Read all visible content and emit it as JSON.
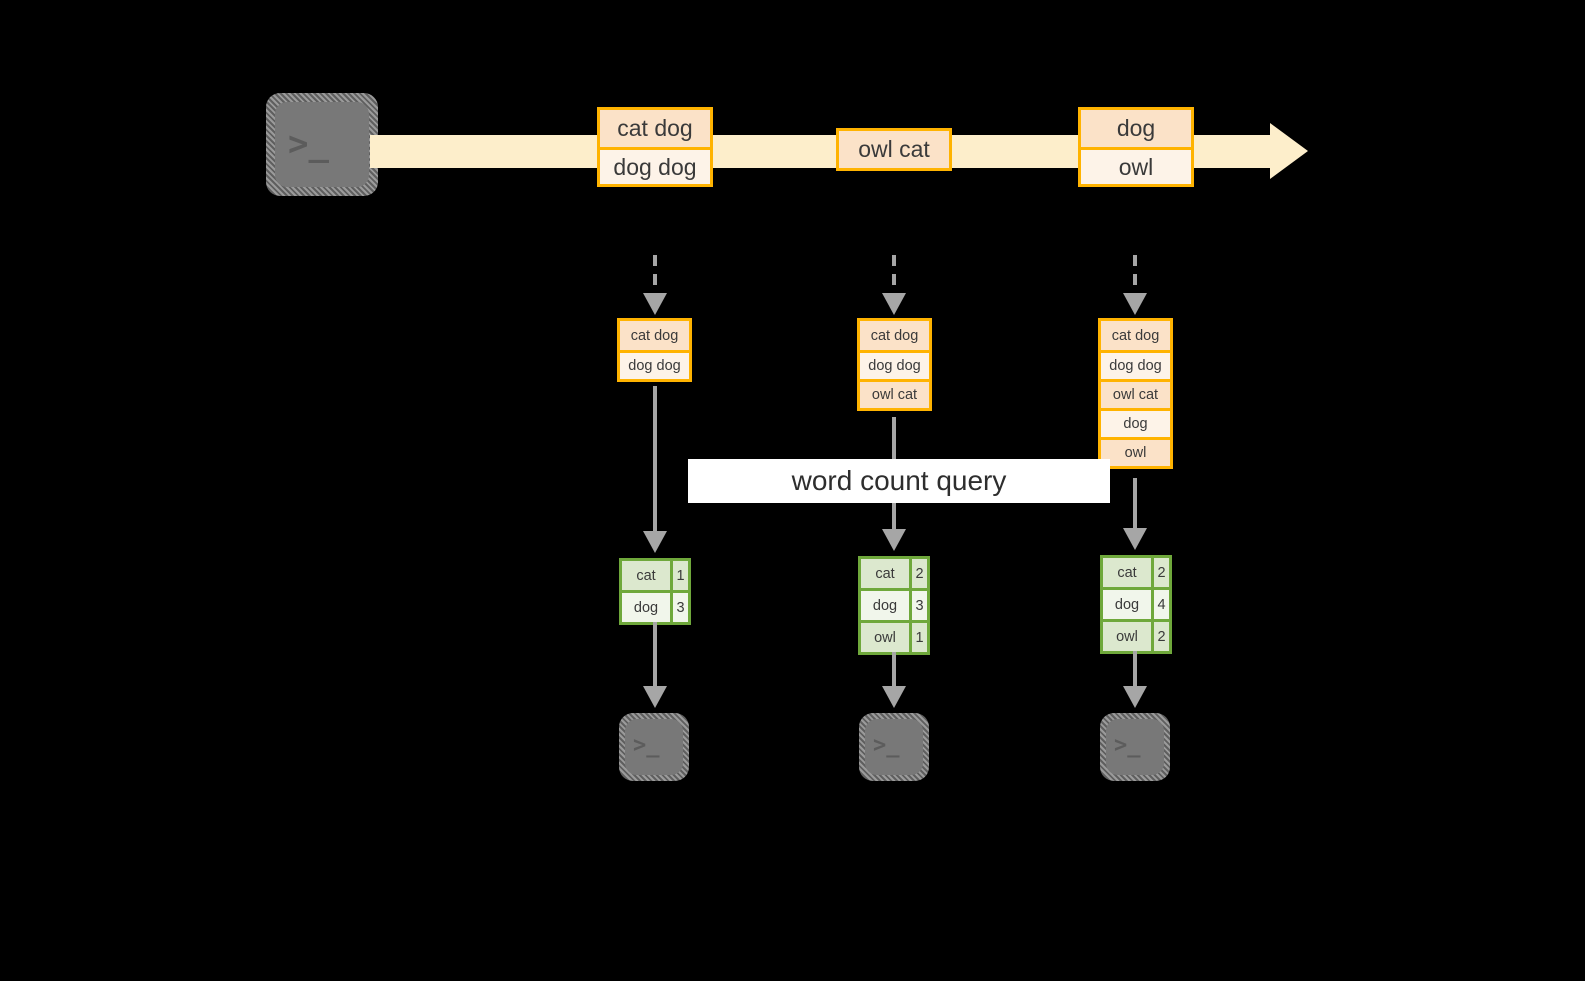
{
  "diagram": {
    "title_label": "word count query",
    "colors": {
      "stream_band": "#FDEECB",
      "event_border": "#FFB300",
      "event_fill_dark": "#FBE2C8",
      "event_fill_light": "#FDF3E8",
      "result_border": "#6FA83B",
      "result_fill_dark": "#DCE8CE",
      "result_fill_light": "#F1F6EB",
      "connector": "#A6A6A6",
      "terminal_plate": "#787878",
      "background": "#000000"
    },
    "source": {
      "icon": "terminal-icon",
      "glyph": ">_"
    },
    "stream": {
      "events": [
        {
          "lines": [
            "cat dog",
            "dog dog"
          ]
        },
        {
          "lines": [
            "owl cat"
          ]
        },
        {
          "lines": [
            "dog",
            "owl"
          ]
        }
      ]
    },
    "columns": [
      {
        "snapshot": {
          "lines": [
            "cat dog",
            "dog dog"
          ]
        },
        "result": {
          "rows": [
            {
              "word": "cat",
              "count": "1"
            },
            {
              "word": "dog",
              "count": "3"
            }
          ]
        },
        "sink": {
          "icon": "terminal-icon",
          "glyph": ">_"
        }
      },
      {
        "snapshot": {
          "lines": [
            "cat dog",
            "dog dog",
            "owl cat"
          ]
        },
        "result": {
          "rows": [
            {
              "word": "cat",
              "count": "2"
            },
            {
              "word": "dog",
              "count": "3"
            },
            {
              "word": "owl",
              "count": "1"
            }
          ]
        },
        "sink": {
          "icon": "terminal-icon",
          "glyph": ">_"
        }
      },
      {
        "snapshot": {
          "lines": [
            "cat dog",
            "dog dog",
            "owl cat",
            "dog",
            "owl"
          ]
        },
        "result": {
          "rows": [
            {
              "word": "cat",
              "count": "2"
            },
            {
              "word": "dog",
              "count": "4"
            },
            {
              "word": "owl",
              "count": "2"
            }
          ]
        },
        "sink": {
          "icon": "terminal-icon",
          "glyph": ">_"
        }
      }
    ]
  }
}
